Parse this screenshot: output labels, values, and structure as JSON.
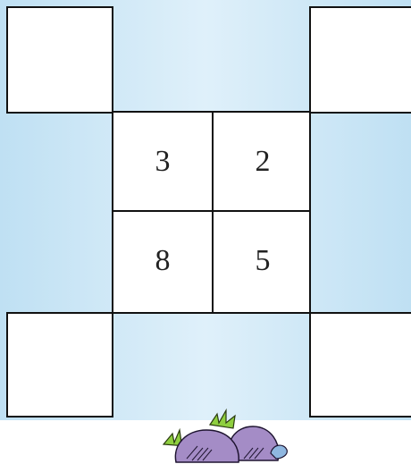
{
  "colors": {
    "background_sky": "#bfe0f3",
    "background_light": "#e6f3fb",
    "border": "#111111",
    "box_fill": "#ffffff",
    "rock": "#a48cc6",
    "grass": "#8fcf3f"
  },
  "grid": {
    "cells": [
      "3",
      "2",
      "8",
      "5"
    ]
  },
  "decoration": {
    "icon": "rocks-with-grass-icon"
  }
}
